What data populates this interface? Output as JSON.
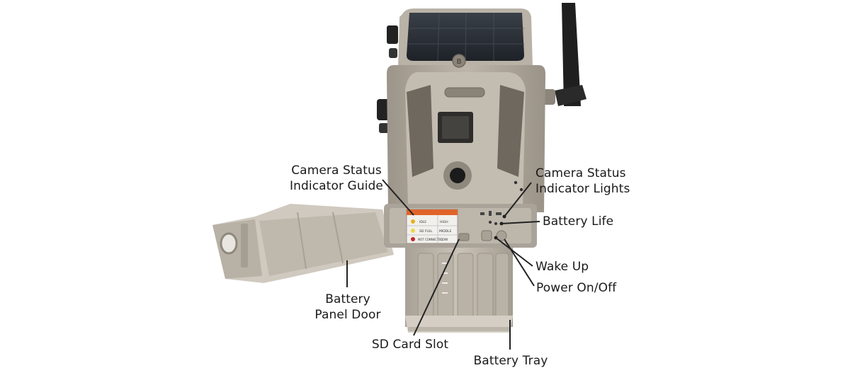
{
  "callouts": {
    "camera_status_indicator_guide": [
      "Camera Status",
      "Indicator Guide"
    ],
    "camera_status_indicator_lights": [
      "Camera Status",
      "Indicator Lights"
    ],
    "battery_life": "Battery Life",
    "wake_up": "Wake Up",
    "power_on_off": "Power On/Off",
    "battery_panel_door": [
      "Battery",
      "Panel Door"
    ],
    "sd_card_slot": "SD Card Slot",
    "battery_tray": "Battery Tray"
  },
  "status_panel": {
    "rows": [
      "IDLE",
      "SD FULL",
      "NOT CONNECTED"
    ],
    "levels": [
      "HIGH",
      "MIDDLE",
      "LOW"
    ]
  },
  "colors": {
    "body": "#b3aba0",
    "body_dark": "#8f877c",
    "body_light": "#cfc8bd",
    "solar": "#2b3038",
    "label_orange": "#e0642a",
    "text": "#1a1a1a"
  }
}
